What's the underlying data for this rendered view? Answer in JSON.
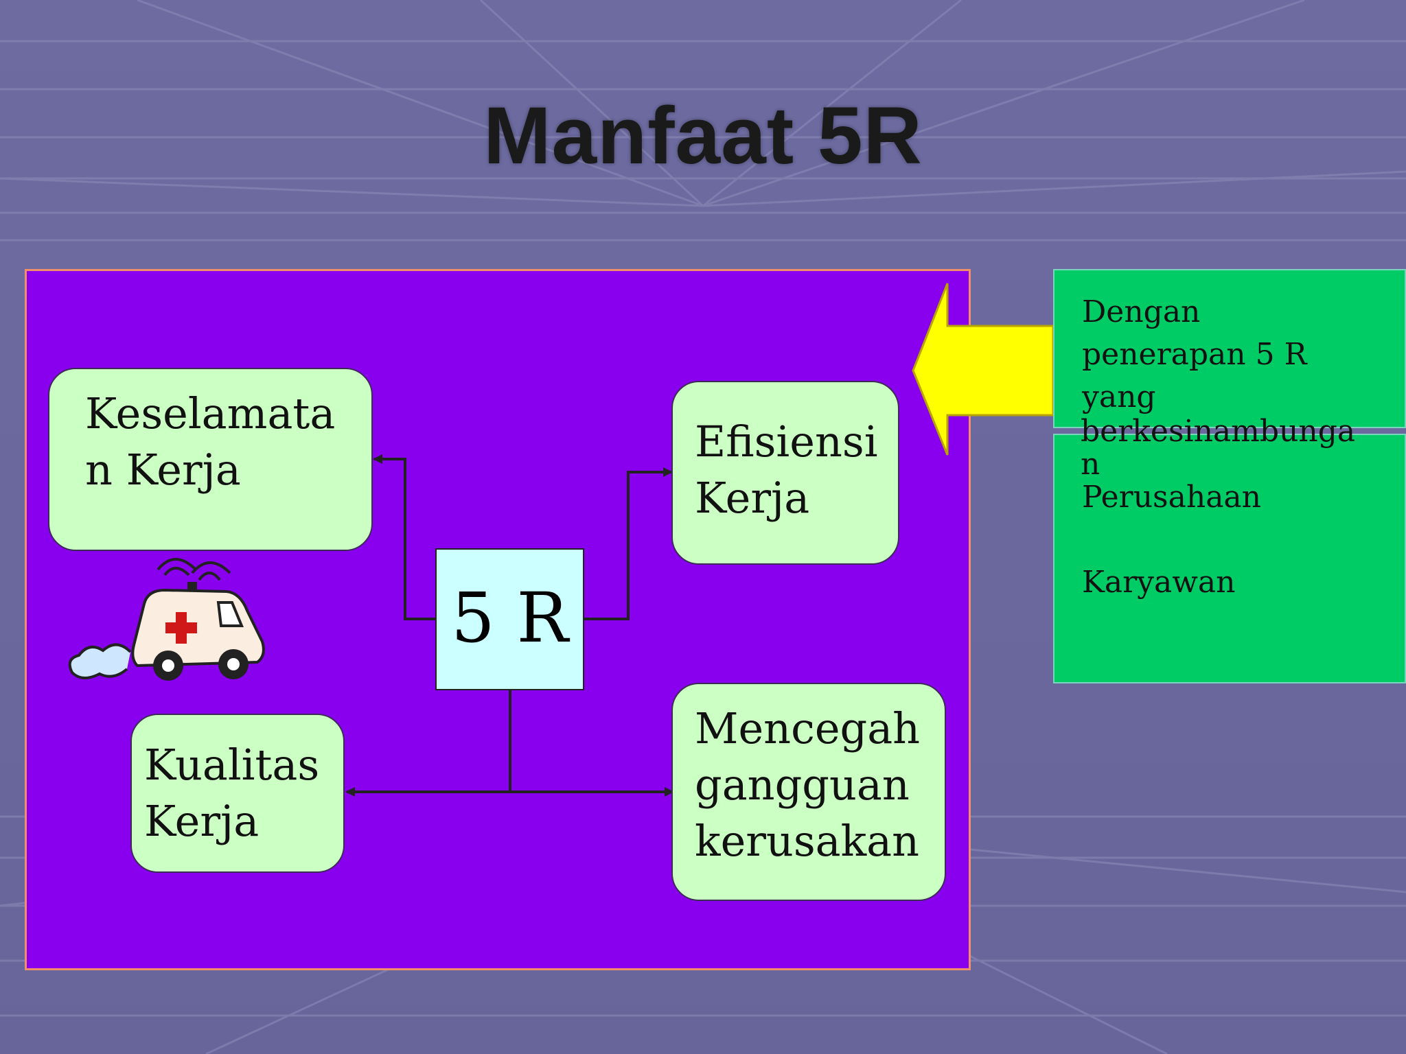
{
  "slide": {
    "title": "Manfaat 5R"
  },
  "diagram": {
    "center_label": "5 R",
    "nodes": {
      "keselamatan": [
        "Keselamata",
        "n Kerja"
      ],
      "efisiensi": [
        "Efisiensi",
        "Kerja"
      ],
      "kualitas": [
        "Kualitas",
        "Kerja"
      ],
      "mencegah": [
        "Mencegah",
        "gangguan",
        "kerusakan"
      ]
    },
    "colors": {
      "panel": "#8800ee",
      "node": "#ccffc4",
      "center": "#ccffff",
      "arrow": "#ffff00",
      "callout": "#00cc66"
    }
  },
  "callout": {
    "top_lines": [
      "Dengan",
      "penerapan 5 R",
      "yang",
      "berkesinambunga",
      "n"
    ],
    "bottom_line1": "Perusahaan",
    "bottom_line2": "Karyawan"
  }
}
